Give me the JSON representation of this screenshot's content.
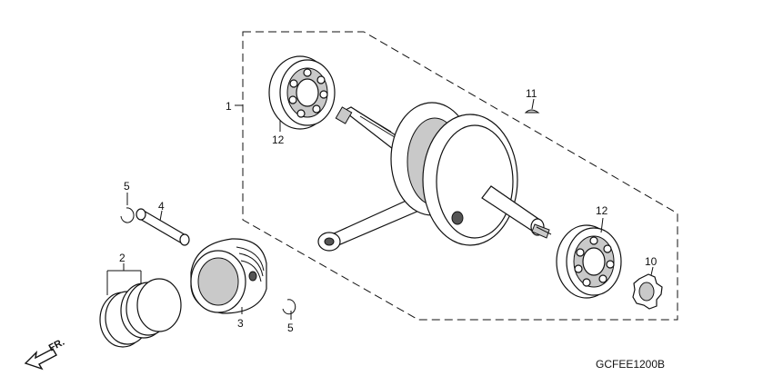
{
  "diagram_code": "GCFEE1200B",
  "front_indicator": "FR.",
  "callouts": [
    {
      "id": "c1",
      "label": "1"
    },
    {
      "id": "c2",
      "label": "2"
    },
    {
      "id": "c3",
      "label": "3"
    },
    {
      "id": "c4",
      "label": "4"
    },
    {
      "id": "c5a",
      "label": "5"
    },
    {
      "id": "c5b",
      "label": "5"
    },
    {
      "id": "c10",
      "label": "10"
    },
    {
      "id": "c11",
      "label": "11"
    },
    {
      "id": "c12a",
      "label": "12"
    },
    {
      "id": "c12b",
      "label": "12"
    }
  ],
  "colors": {
    "line": "#111111",
    "shade": "#c9c9c9",
    "background": "#ffffff"
  }
}
